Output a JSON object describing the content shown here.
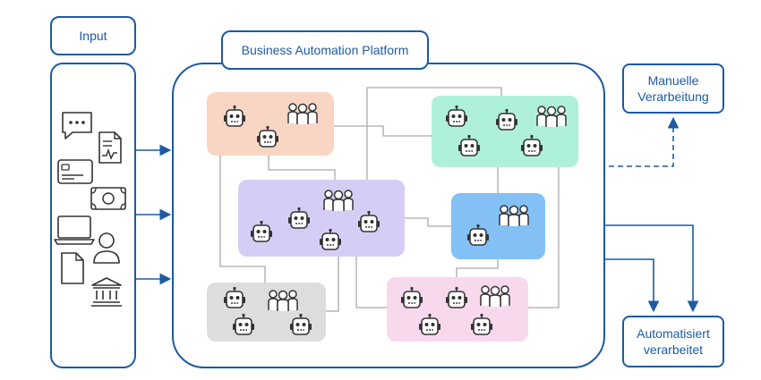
{
  "input": {
    "title": "Input"
  },
  "platform": {
    "title": "Business Automation Platform"
  },
  "outputs": {
    "manual": "Manuelle Verarbeitung",
    "automated": "Automatisiert verarbeitet"
  },
  "colors": {
    "brand": "#1d5aa3",
    "cluster_orange": "#f9d5c4",
    "cluster_green": "#aef0da",
    "cluster_purple": "#d6cdf6",
    "cluster_blue": "#82c0f6",
    "cluster_gray": "#dddddd",
    "cluster_pink": "#f8d8ec",
    "wire": "#aaaaaa"
  },
  "input_icons": [
    "chat-icon",
    "document-chart-icon",
    "credit-card-icon",
    "banknote-icon",
    "laptop-icon",
    "user-icon",
    "file-icon",
    "bank-icon"
  ]
}
